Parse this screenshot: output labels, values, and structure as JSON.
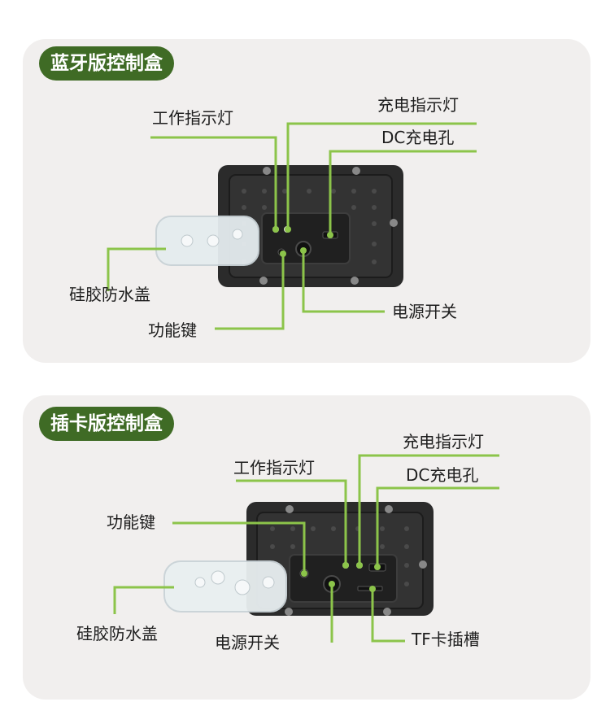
{
  "bluetooth": {
    "title": "蓝牙版控制盒",
    "labels": {
      "work_indicator": "工作指示灯",
      "charge_indicator": "充电指示灯",
      "dc_port": "DC充电孔",
      "silicone_cover": "硅胶防水盖",
      "function_key": "功能键",
      "power_switch": "电源开关"
    }
  },
  "card": {
    "title": "插卡版控制盒",
    "labels": {
      "charge_indicator": "充电指示灯",
      "work_indicator": "工作指示灯",
      "dc_port": "DC充电孔",
      "function_key": "功能键",
      "silicone_cover": "硅胶防水盖",
      "power_switch": "电源开关",
      "tf_slot": "TF卡插槽"
    }
  },
  "colors": {
    "panel_bg": "#f1efee",
    "badge_bg": "#3f6b25",
    "leader_line": "#8cc44a",
    "device_body": "#2b2b2b"
  }
}
